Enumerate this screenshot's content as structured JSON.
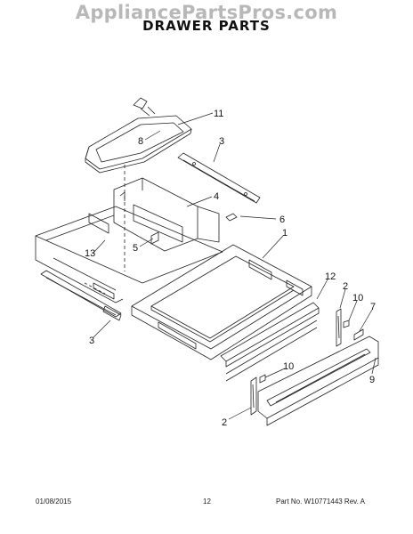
{
  "watermark": "AppliancePartsPros.com",
  "title": "DRAWER PARTS",
  "callouts": {
    "c11": "11",
    "c8": "8",
    "c3_top": "3",
    "c4": "4",
    "c6": "6",
    "c5": "5",
    "c1": "1",
    "c13": "13",
    "c3_left": "3",
    "c12": "12",
    "c2_right": "2",
    "c10_top": "10",
    "c7": "7",
    "c9": "9",
    "c10_bottom": "10",
    "c2_bottom": "2"
  },
  "footer": {
    "date": "01/08/2015",
    "page": "12",
    "part_no": "Part No.  W10771443  Rev. A"
  }
}
